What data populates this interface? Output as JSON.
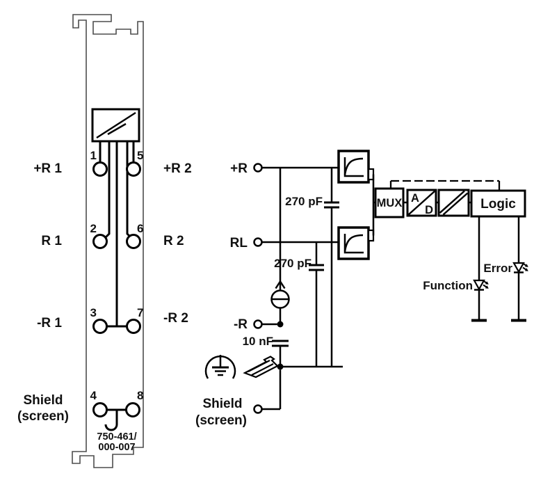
{
  "module": {
    "left_labels": [
      "+R 1",
      "R 1",
      "-R 1"
    ],
    "shield_l1": "Shield",
    "shield_l2": "(screen)",
    "right_labels": [
      "+R 2",
      "R 2",
      "-R 2"
    ],
    "terminals": [
      "1",
      "2",
      "3",
      "4",
      "5",
      "6",
      "7",
      "8"
    ],
    "part_number_l1": "750-461/",
    "part_number_l2": "000-007"
  },
  "circuit": {
    "inputs": {
      "plus_r": "+R",
      "rl": "RL",
      "minus_r": "-R",
      "shield_l1": "Shield",
      "shield_l2": "(screen)"
    },
    "capacitors": {
      "c_plus": "270 pF",
      "c_rl": "270 pF",
      "c_shield": "10 nF"
    },
    "blocks": {
      "mux": "MUX",
      "ad_a": "A",
      "ad_d": "D",
      "logic": "Logic"
    },
    "leds": {
      "function": "Function",
      "error": "Error"
    }
  },
  "icons": {
    "module_isolation": "isolation-box-icon",
    "lowpass": "lowpass-filter-icon",
    "galvanic_isolation": "galvanic-isolation-icon",
    "current_source": "current-source-icon",
    "functional_earth": "functional-earth-icon",
    "din_rail": "din-rail-icon",
    "shield_clamp": "shield-hook-icon",
    "led": "led-icon"
  },
  "colors": {
    "line": "#000000",
    "module_outline": "#4d4d4d",
    "text": "#111111",
    "background": "#ffffff"
  }
}
